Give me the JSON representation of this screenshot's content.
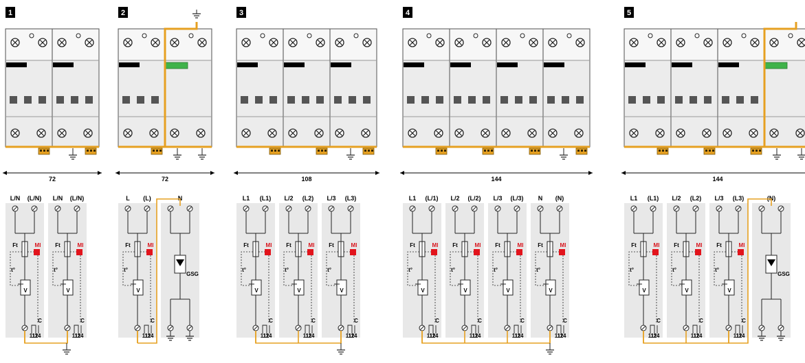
{
  "colors": {
    "device_body": "#ececec",
    "device_top": "#f7f7f7",
    "device_border": "#555555",
    "indicator_black": "#000000",
    "indicator_green": "#3fb34a",
    "lead_orange": "#e6a021",
    "block_gray": "#555555",
    "diagram_bg": "#e8e8e8",
    "mi_red": "#e2141c"
  },
  "icons": [
    "screw-terminal-icon",
    "ground-icon",
    "remote-signal-connector-icon"
  ],
  "products": [
    {
      "number": "1",
      "dimension": "72",
      "terminal_labels": [
        "L/N",
        "(L/N)",
        "L/N",
        "(L/N)"
      ],
      "modules": [
        "spd",
        "spd"
      ],
      "bottom_row": "N"
    },
    {
      "number": "2",
      "dimension": "72",
      "terminal_labels": [
        "L",
        "(L)",
        "N"
      ],
      "modules": [
        "spd",
        "gsg"
      ],
      "bottom_row": "N"
    },
    {
      "number": "3",
      "dimension": "108",
      "terminal_labels": [
        "L1",
        "(L1)",
        "L/2",
        "(L2)",
        "L/3",
        "(L3)"
      ],
      "modules": [
        "spd",
        "spd",
        "spd"
      ],
      "bottom_row": "N"
    },
    {
      "number": "4",
      "dimension": "144",
      "terminal_labels": [
        "L1",
        "(L/1)",
        "L/2",
        "(L/2)",
        "L/3",
        "(L/3)",
        "N",
        "(N)"
      ],
      "modules": [
        "spd",
        "spd",
        "spd",
        "spd"
      ],
      "bottom_row": "N"
    },
    {
      "number": "5",
      "dimension": "144",
      "terminal_labels": [
        "L1",
        "(L1)",
        "L/2",
        "(L2)",
        "L/3",
        "(L3)",
        "(N)"
      ],
      "modules": [
        "spd",
        "spd",
        "spd",
        "gsg"
      ],
      "bottom_row": "N"
    }
  ],
  "schematic_labels": {
    "fuse": "Ft",
    "indicator": "MI",
    "thermal": "t°",
    "varistor": "V",
    "contact": "C",
    "contact_pins": "11 12 14",
    "gas_tube": "GSG"
  }
}
